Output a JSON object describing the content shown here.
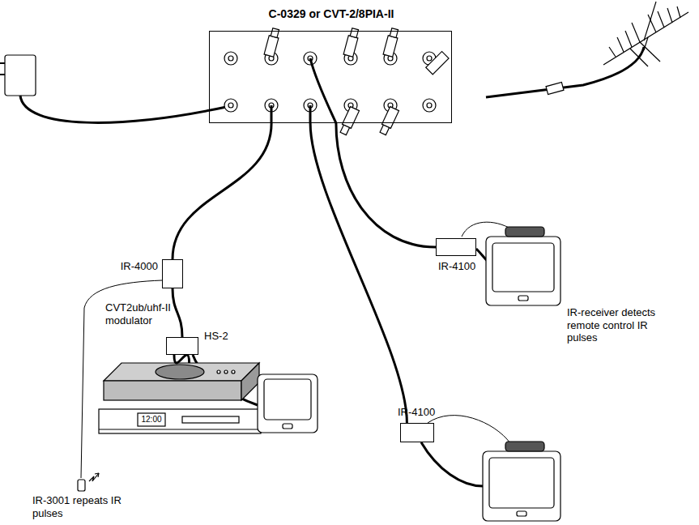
{
  "diagram": {
    "nodes": [
      {
        "text": [
          "C-0329 or CVT-2/8PIA-II"
        ]
      },
      {
        "text": [
          "IR-4000"
        ]
      },
      {
        "text": [
          "HS-2"
        ]
      },
      {
        "text": [
          "IR-4100"
        ]
      },
      {
        "text": [
          "IR-4100"
        ]
      },
      {
        "text": [
          "CVT2ub/uhf-II modulator"
        ]
      }
    ],
    "edges": [
      {
        "from": 0,
        "to": 1,
        "arrow": "none"
      },
      {
        "from": 1,
        "to": 2,
        "arrow": "none"
      },
      {
        "from": 2,
        "to": 5,
        "arrow": "none"
      },
      {
        "from": 0,
        "to": 3,
        "arrow": "none"
      },
      {
        "from": 0,
        "to": 4,
        "arrow": "none"
      }
    ],
    "labels": [
      "IR-receiver detects remote control IR pulses",
      "IR-3001 repeats IR pulses",
      "12:00"
    ]
  }
}
